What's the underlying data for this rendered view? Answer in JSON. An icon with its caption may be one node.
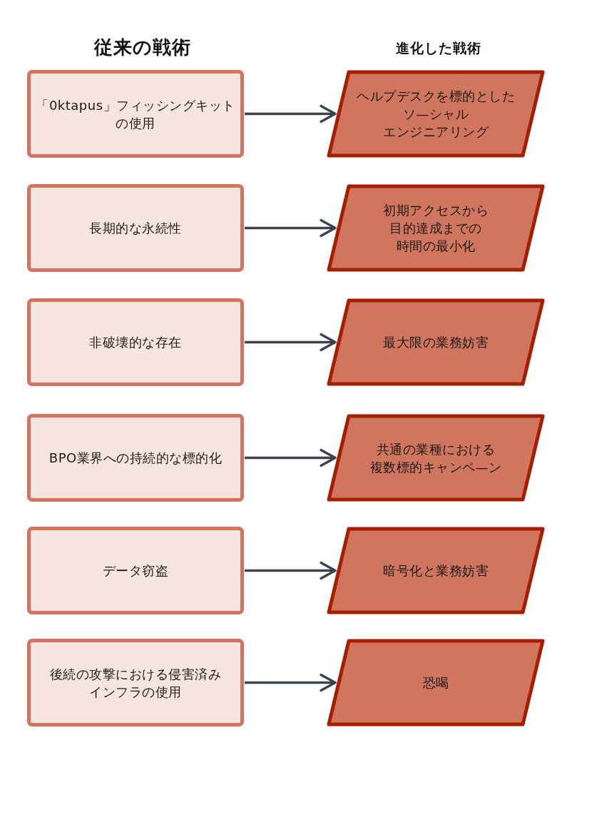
{
  "diagram": {
    "nodes": [
      {
        "text": [
          "「0ktapus」フィッシングキットの使用"
        ]
      },
      {
        "text": [
          "ヘルプデスクを標的としたソ—シャルエンジニアリング"
        ]
      },
      {
        "text": [
          "長期的な永続性"
        ]
      },
      {
        "text": [
          "初期アクセスから目的達成までの時間の最小化"
        ]
      },
      {
        "text": [
          "非破壊的な存在"
        ]
      },
      {
        "text": [
          "最大限の業務妨害"
        ]
      },
      {
        "text": [
          "BPO業界への持続的な標的化"
        ]
      },
      {
        "text": [
          "共通の業種における複数標的キャンペ—ン"
        ]
      },
      {
        "text": [
          "データ窃盗"
        ]
      },
      {
        "text": [
          "暗号化と業務妨害"
        ]
      },
      {
        "text": [
          "後続の攻撃における侵害済みインフラの使用"
        ]
      },
      {
        "text": [
          "恐喝"
        ]
      }
    ],
    "edges": [
      {
        "from": 0,
        "to": 1,
        "arrow": "to"
      },
      {
        "from": 2,
        "to": 3,
        "arrow": "to"
      },
      {
        "from": 4,
        "to": 5,
        "arrow": "to"
      },
      {
        "from": 6,
        "to": 7,
        "arrow": "to"
      },
      {
        "from": 8,
        "to": 9,
        "arrow": "to"
      },
      {
        "from": 10,
        "to": 11,
        "arrow": "to"
      }
    ],
    "labels": [
      "従来の戦術",
      "進化した戦術"
    ]
  }
}
